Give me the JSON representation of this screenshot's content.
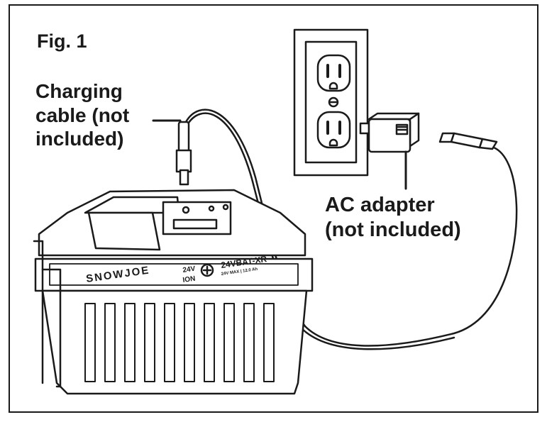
{
  "figure_label": "Fig. 1",
  "callouts": {
    "charging_cable": [
      "Charging",
      "cable (not",
      "included)"
    ],
    "ac_adapter": [
      "AC adapter",
      "(not included)"
    ]
  },
  "battery": {
    "brand": "SNOWJOE",
    "voltage": "24V",
    "chemistry": "ION",
    "model": "24VBAT-XR",
    "rating": "24V MAX | 12.0 Ah"
  },
  "colors": {
    "line": "#1a1a1a",
    "background": "#ffffff"
  }
}
